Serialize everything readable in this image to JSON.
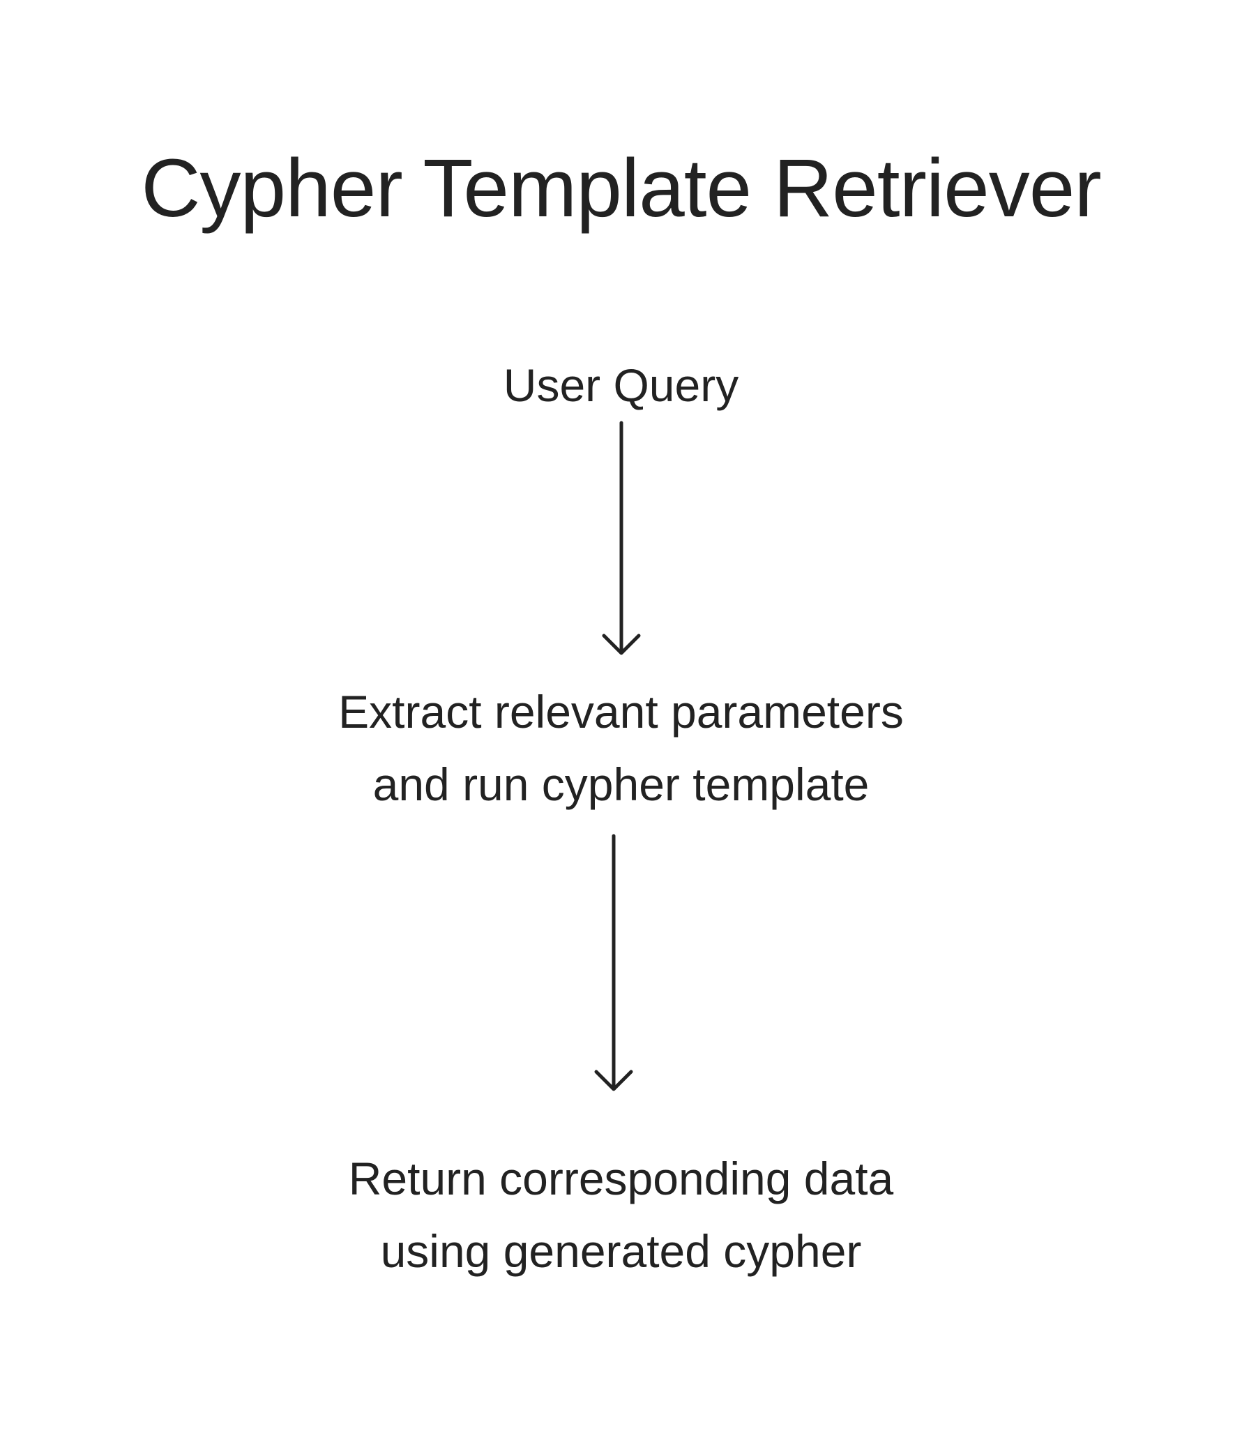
{
  "diagram": {
    "title": "Cypher Template Retriever",
    "nodes": [
      {
        "id": "user-query",
        "lines": [
          "User Query"
        ]
      },
      {
        "id": "extract",
        "lines": [
          "Extract relevant parameters",
          "and run cypher template"
        ]
      },
      {
        "id": "return",
        "lines": [
          "Return corresponding data",
          "using generated cypher"
        ]
      }
    ],
    "edges": [
      {
        "from": "user-query",
        "to": "extract",
        "direction": "down"
      },
      {
        "from": "extract",
        "to": "return",
        "direction": "down"
      }
    ],
    "colors": {
      "background": "#ffffff",
      "text": "#222222",
      "arrow": "#222222"
    }
  }
}
